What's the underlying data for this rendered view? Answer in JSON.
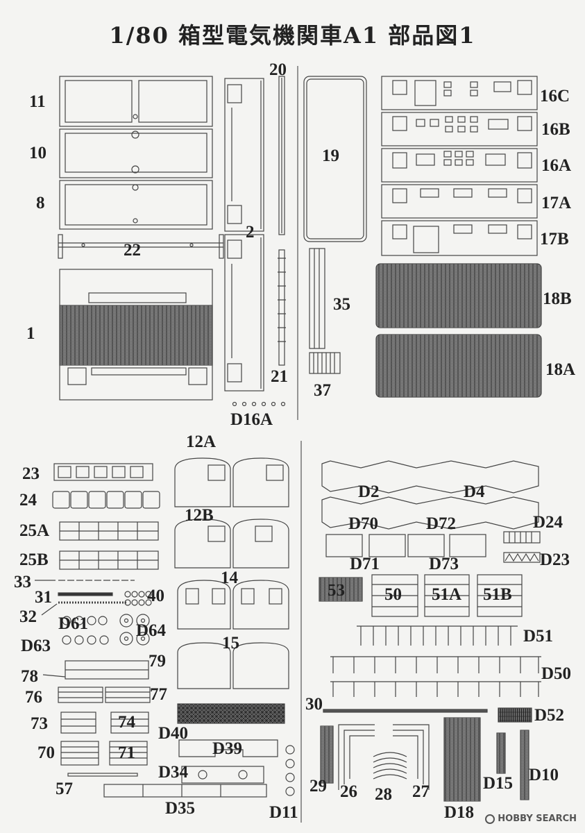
{
  "title": "1/80 箱型電気機関車A1 部品図1",
  "watermark": "HOBBY SEARCH",
  "labels": {
    "p11": "11",
    "p10": "10",
    "p8": "8",
    "p22": "22",
    "p1": "1",
    "p20": "20",
    "p2": "2",
    "p21": "21",
    "pD16A": "D16A",
    "p19": "19",
    "p35": "35",
    "p37": "37",
    "p16C": "16C",
    "p16B": "16B",
    "p16A": "16A",
    "p17A": "17A",
    "p17B": "17B",
    "p18B": "18B",
    "p18A": "18A",
    "p12A": "12A",
    "p12B": "12B",
    "p14": "14",
    "p15": "15",
    "p23": "23",
    "p24": "24",
    "p25A": "25A",
    "p25B": "25B",
    "p33": "33",
    "p31": "31",
    "p32": "32",
    "p40": "40",
    "pD61": "D61",
    "pD63": "D63",
    "pD64": "D64",
    "p79": "79",
    "p78": "78",
    "p76": "76",
    "p77": "77",
    "p73": "73",
    "p74": "74",
    "p70": "70",
    "p71": "71",
    "pD40": "D40",
    "pD39": "D39",
    "pD34": "D34",
    "p57": "57",
    "pD35": "D35",
    "pD11": "D11",
    "pD2": "D2",
    "pD4": "D4",
    "pD70": "D70",
    "pD72": "D72",
    "pD24": "D24",
    "pD71": "D71",
    "pD73": "D73",
    "pD23": "D23",
    "p53": "53",
    "p50": "50",
    "p51A": "51A",
    "p51B": "51B",
    "pD51": "D51",
    "pD50": "D50",
    "p30": "30",
    "pD52": "D52",
    "p29": "29",
    "p26": "26",
    "p28": "28",
    "p27": "27",
    "pD15": "D15",
    "pD10": "D10",
    "pD18": "D18"
  },
  "colors": {
    "ink": "#333333",
    "paper": "#f4f4f2",
    "label": "#222222"
  }
}
